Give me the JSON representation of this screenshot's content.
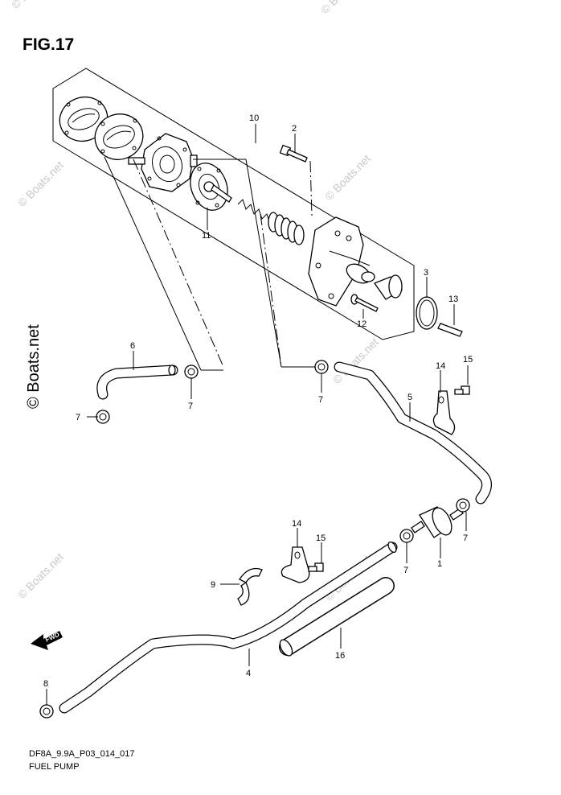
{
  "figure": {
    "title": "FIG.17",
    "code": "DF8A_9.9A_P03_014_017",
    "name": "FUEL PUMP"
  },
  "watermark": {
    "text": "© Boats.net",
    "side_text": "© Boats.net"
  },
  "fwd_arrow": {
    "label": "FWD",
    "icon": "fwd-arrow-icon"
  },
  "callouts": [
    "1",
    "2",
    "3",
    "4",
    "5",
    "6",
    "7",
    "8",
    "9",
    "10",
    "11",
    "12",
    "13",
    "14",
    "15",
    "16"
  ],
  "labels": {
    "p1": "1",
    "p2": "2",
    "p3": "3",
    "p4": "4",
    "p5": "5",
    "p6": "6",
    "p7a": "7",
    "p7b": "7",
    "p7c": "7",
    "p7d": "7",
    "p7e": "7",
    "p8": "8",
    "p9": "9",
    "p10": "10",
    "p11": "11",
    "p12": "12",
    "p13": "13",
    "p14a": "14",
    "p14b": "14",
    "p15a": "15",
    "p15b": "15",
    "p16": "16"
  }
}
